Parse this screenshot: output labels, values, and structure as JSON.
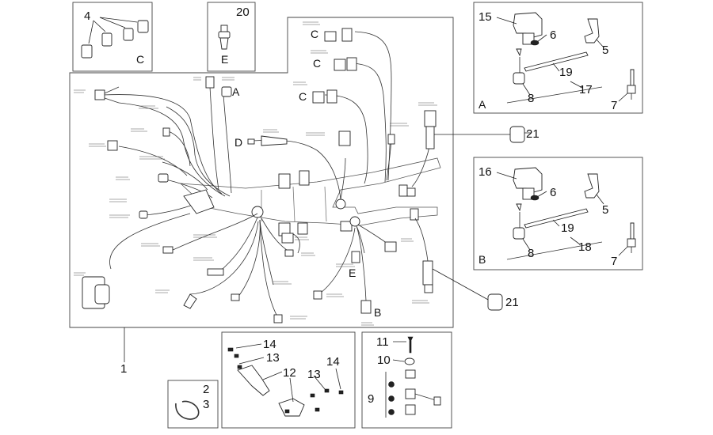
{
  "diagram": {
    "callouts": {
      "c1": "1",
      "c2": "2",
      "c3": "3",
      "c4": "4",
      "c5a": "5",
      "c5b": "5",
      "c6a": "6",
      "c6b": "6",
      "c7a": "7",
      "c7b": "7",
      "c8a": "8",
      "c8b": "8",
      "c9": "9",
      "c10": "10",
      "c11": "11",
      "c12": "12",
      "c13a": "13",
      "c13b": "13",
      "c14a": "14",
      "c14b": "14",
      "c15": "15",
      "c16": "16",
      "c17": "17",
      "c18": "18",
      "c19a": "19",
      "c19b": "19",
      "c20": "20",
      "c21a": "21",
      "c21b": "21"
    },
    "letters": {
      "l_c_top": "C",
      "l_e_top": "E",
      "l_a_main": "A",
      "l_c1": "C",
      "l_c2": "C",
      "l_c3": "C",
      "l_d": "D",
      "l_e_main": "E",
      "l_b_main": "B",
      "l_a_box": "A",
      "l_b_box": "B"
    }
  }
}
